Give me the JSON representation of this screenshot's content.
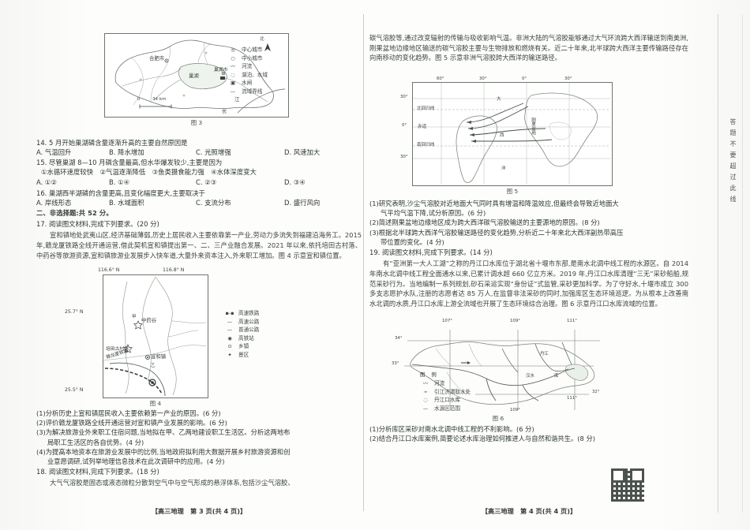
{
  "meta": {
    "side_note": "答题不要超过此线",
    "footer_left": "【高三地理　第 3 页(共 4 页)】",
    "footer_right": "【高三地理　第 4 页(共 4 页)】"
  },
  "fig3": {
    "caption": "图 3",
    "compass": "北",
    "scale": "34 km",
    "scale_zero": "0",
    "labels": {
      "hefei": "合肥市",
      "chaohu_city": "巢湖市",
      "chaohu_lake": "巢湖",
      "river_right": "江",
      "river_bottom": "长"
    },
    "legend": [
      {
        "sym": "◎",
        "label": "中心城市"
      },
      {
        "sym": "○",
        "label": "中小城市"
      },
      {
        "sym": "〰",
        "label": "河流"
      },
      {
        "sym": "◌",
        "label": "湖泊、水域"
      },
      {
        "sym": "▣",
        "label": "水闸"
      },
      {
        "sym": "—",
        "label": "流域界线"
      }
    ]
  },
  "q14": {
    "stem": "14. 5 月开始巢湖磷含量逐渐升高的主要自然原因是",
    "options": [
      "A. 气温回升",
      "B. 降水增加",
      "C. 光照增强",
      "D. 风速加大"
    ]
  },
  "q15": {
    "stem": "15. 尽管巢湖 8—10 月磷含量最高,但水华爆发较少,主要是因为",
    "items": "①水循环速度较快　②气温逐渐降低　③鱼类摄食能力强　④水体深度变大",
    "options": [
      "A. ①②",
      "B. ①④",
      "C. ②③",
      "D. ③④"
    ]
  },
  "q16": {
    "stem": "16. 巢湖西半湖磷的含量更高,且变化幅度更大,主要取决于",
    "options": [
      "A. 岸线形态",
      "B. 水域面积",
      "C. 支流分布",
      "D. 盛行风向"
    ]
  },
  "section2": {
    "title": "二、非选择题:共 52 分。"
  },
  "q17": {
    "stem": "17. 阅读图文材料,完成下列要求。(20 分)",
    "paragraph": "宣和镇地处武夷山区,经济基础薄弱,历史上居民收入主要依靠第一产业,劳动力多流失到福建沿海务工。2015 年,赣龙厦铁路全线开通运营,借此契机宣和镇提出第一、二、三产业融合发展。2021 年以来,依托培田古村落、中药谷等旅游资源,宣和镇旅游业发展步入快车道,大量外来资本注入,外来职工增加。图 4 示意宣和镇位置。",
    "subs": [
      "(1)分析历史上宣和镇居民收入主要依赖第一产业的原因。(6 分)",
      "(2)评价赣龙厦铁路全线开通运营对宣和镇产业发展的影响。(6 分)",
      "(3)为解决旅游业外来职工住宿问题,当地拟在甲、乙两地建设职工生活区。分析这两地布",
      "局职工生活区的各自优势。(4 分)",
      "(4)为提高本地资本在旅游业发展中的比例,当地政府拟利用大数据开展乡村旅游资源和创",
      "业意愿调研,试列举地理信息技术在此次调研中的应用。(4 分)"
    ]
  },
  "fig4": {
    "caption": "图 4",
    "coords": {
      "lon_left": "116.6° N",
      "lon_right": "116.8° N",
      "lat_top": "25.7° N",
      "lat_bottom": "25.5° N"
    },
    "labels": {
      "zhongyaogu": "中药谷",
      "peitian": "培田古村落",
      "railway": "赣龙厦铁路",
      "xuanhe": "宣和镇",
      "site_a": "甲",
      "site_b": "乙"
    },
    "legend": [
      {
        "sym": "▪-▪",
        "label": "高速铁路"
      },
      {
        "sym": "—",
        "label": "高速公路"
      },
      {
        "sym": "—",
        "label": "普通公路"
      },
      {
        "sym": "◉",
        "label": "高铁站"
      },
      {
        "sym": "⊙",
        "label": "乡镇"
      },
      {
        "sym": "✦",
        "label": "景区"
      }
    ]
  },
  "q18": {
    "stem": "18. 阅读图文材料,完成下列要求。(18 分)",
    "paragraph_part1": "大气气溶胶是固态或液态微粒分散到空气中与空气形成的悬浮体系,包括沙尘气溶胶、",
    "paragraph_part2": "碳气溶胶等,通过改变辐射的传输与吸收影响气温。非洲大陆的气溶胶能够通过大气环流跨大西洋输送到南美洲,刚果盆地边缘地区输送的碳气溶胶主要与生物排放和燃烧有关。近二十年来,北半球跨大西洋主要传输路径存在向南移动的变化趋势。图 5 示意非洲气溶胶跨大西洋的输送路径。",
    "subs": [
      "(1)研究表明,沙尘气溶胶对近地面大气同时具有增温和降温效应,但最终会导致近地面大",
      "气平均气温下降,试分析原因。(6 分)",
      "(2)简述刚果盆地边缘地区成为跨大西洋碳气溶胶输送的主要源地的原因。(8 分)",
      "(3)根据北半球跨大西洋气溶胶输送路径的变化趋势,分析近二十年来北大西洋副热带高压",
      "带位置的变化。(4 分)"
    ]
  },
  "fig5": {
    "caption": "图 5",
    "lon_ticks": [
      "60°",
      "30°",
      "0°",
      "30°"
    ],
    "lat_ticks": [
      "30°",
      "0°",
      "30°"
    ],
    "labels": {
      "tropic_north": "北回归线",
      "equator": "赤道",
      "tropic_south": "南回归线",
      "congo": "刚果盆地",
      "ocean_top": "大",
      "ocean_mid": "西",
      "ocean_bottom": "洋"
    }
  },
  "q19": {
    "stem": "19. 阅读图文材料,完成下列要求。(14 分)",
    "paragraph": "有“亚洲第一大人工湖”之称的丹江口水库位于湖北省十堰市东部,是南水北调中线工程的水源区。自 2014 年南水北调中线工程全面通水以来,已累计调水超 660 亿立方米。2019 年,丹江口水库清理“三无”采砂船舶,规范采砂行为。当地编制一系列规划,砂石采运实现“身份证”式监管,采砂更加科学。为了守好水,十堰市成立 300 多支志愿护水队,注册的志愿者达 85 万人,在监督非法采砂的同时,加强库区生态环境巡逻。为从根本上改善南水北调的水质,丹江口水库上游全流域也开展了生态环境综合治理。图 6 示意丹江口水库流域的位置。",
    "subs": [
      "(1)分析库区采砂对南水北调中线工程的不利影响。(6 分)",
      "(2)结合丹江口水库案例,简要论述水库治理如何推进人与自然和谐共生。(8 分)"
    ]
  },
  "fig6": {
    "caption": "图 6",
    "legend_title": "图 例",
    "lon_ticks": [
      "107°",
      "109°",
      "111°"
    ],
    "lat_ticks": [
      "34°",
      "33°",
      "32°"
    ],
    "lon_bottom": [
      "109°",
      "111°"
    ],
    "labels": {
      "danjiang": "丹江",
      "hanshui": "汉水",
      "reservoir": "库"
    },
    "legend": [
      {
        "sym": "〰",
        "label": "河流"
      },
      {
        "sym": "➛",
        "label": "引江济渭取水处"
      },
      {
        "sym": "◌",
        "label": "丹江口水库"
      },
      {
        "sym": "—",
        "label": "水源区范围"
      }
    ]
  }
}
